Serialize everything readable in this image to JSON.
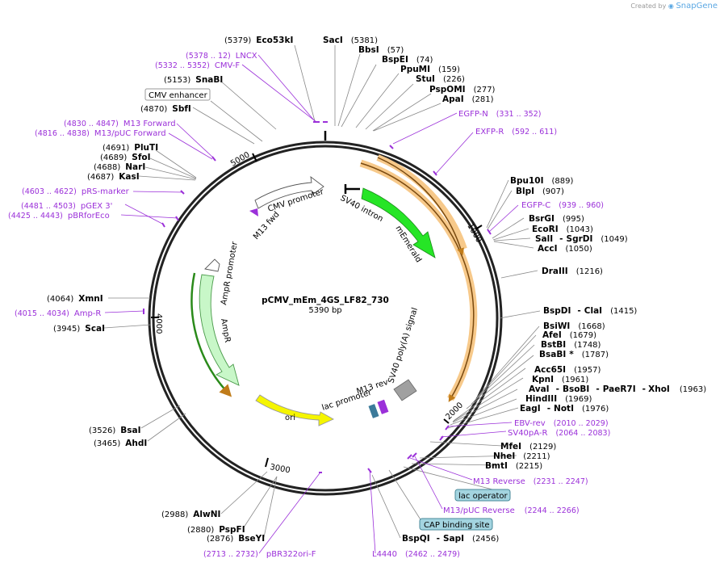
{
  "brand": {
    "created_by": "Created by",
    "name": "SnapGene"
  },
  "plasmid": {
    "name": "pCMV_mEm_4GS_LF82_730",
    "size": "5390 bp"
  },
  "ticks": [
    "1000",
    "2000",
    "3000",
    "4000",
    "5000"
  ],
  "features_inner": {
    "cmv_promoter": "CMV promoter",
    "m13_fwd": "M13 fwd",
    "sv40_intron": "SV40 intron",
    "memerald": "mEmerald",
    "ampr_promoter": "AmpR promoter",
    "ampr": "AmpR",
    "ori": "ori",
    "lac_promoter": "lac promoter",
    "m13_rev": "M13 rev",
    "sv40_polya": "SV40 poly(A) signal"
  },
  "labels": {
    "eco53ki": {
      "name": "Eco53kI",
      "pos": "(5379)"
    },
    "saci": {
      "name": "SacI",
      "pos": "(5381)"
    },
    "bbsi": {
      "name": "BbsI",
      "pos": "(57)"
    },
    "bspei": {
      "name": "BspEI",
      "pos": "(74)"
    },
    "ppumi": {
      "name": "PpuMI",
      "pos": "(159)"
    },
    "stui": {
      "name": "StuI",
      "pos": "(226)"
    },
    "pspomi": {
      "name": "PspOMI",
      "pos": "(277)"
    },
    "apai": {
      "name": "ApaI",
      "pos": "(281)"
    },
    "lncx": {
      "name": "LNCX",
      "pos": "(5378 .. 12)"
    },
    "cmvf": {
      "name": "CMV-F",
      "pos": "(5332 .. 5352)"
    },
    "snabi": {
      "name": "SnaBI",
      "pos": "(5153)"
    },
    "cmv_enhancer": {
      "name": "CMV enhancer"
    },
    "sbfi": {
      "name": "SbfI",
      "pos": "(4870)"
    },
    "m13fwd": {
      "name": "M13 Forward",
      "pos": "(4830 .. 4847)"
    },
    "m13puc_fwd": {
      "name": "M13/pUC Forward",
      "pos": "(4816 .. 4838)"
    },
    "pluti": {
      "name": "PluTI",
      "pos": "(4691)"
    },
    "sfoi": {
      "name": "SfoI",
      "pos": "(4689)"
    },
    "nari": {
      "name": "NarI",
      "pos": "(4688)"
    },
    "kasi": {
      "name": "KasI",
      "pos": "(4687)"
    },
    "prs": {
      "name": "pRS-marker",
      "pos": "(4603 .. 4622)"
    },
    "pgex3": {
      "name": "pGEX 3'",
      "pos": "(4481 .. 4503)"
    },
    "pbrforeco": {
      "name": "pBRforEco",
      "pos": "(4425 .. 4443)"
    },
    "xmni": {
      "name": "XmnI",
      "pos": "(4064)"
    },
    "ampr_p": {
      "name": "Amp-R",
      "pos": "(4015 .. 4034)"
    },
    "scai": {
      "name": "ScaI",
      "pos": "(3945)"
    },
    "bsai": {
      "name": "BsaI",
      "pos": "(3526)"
    },
    "ahdi": {
      "name": "AhdI",
      "pos": "(3465)"
    },
    "alwni": {
      "name": "AlwNI",
      "pos": "(2988)"
    },
    "pspfi": {
      "name": "PspFI",
      "pos": "(2880)"
    },
    "bseyi": {
      "name": "BseYI",
      "pos": "(2876)"
    },
    "pbr322": {
      "name": "pBR322ori-F",
      "pos": "(2713 .. 2732)"
    },
    "l4440": {
      "name": "L4440",
      "pos": "(2462 .. 2479)"
    },
    "bspqi": {
      "name": "BspQI",
      "pos": "(2456)"
    },
    "sapi": {
      "name": "SapI"
    },
    "cap": {
      "name": "CAP binding site"
    },
    "m13puc_rev": {
      "name": "M13/pUC Reverse",
      "pos": "(2244 .. 2266)"
    },
    "lacop": {
      "name": "lac operator"
    },
    "m13rev": {
      "name": "M13 Reverse",
      "pos": "(2231 .. 2247)"
    },
    "bmti": {
      "name": "BmtI",
      "pos": "(2215)"
    },
    "nhei": {
      "name": "NheI",
      "pos": "(2211)"
    },
    "mfei": {
      "name": "MfeI",
      "pos": "(2129)"
    },
    "sv40pa_r": {
      "name": "SV40pA-R",
      "pos": "(2064 .. 2083)"
    },
    "ebv_rev": {
      "name": "EBV-rev",
      "pos": "(2010 .. 2029)"
    },
    "eagi": {
      "name": "EagI",
      "pos": ""
    },
    "noti": {
      "name": "NotI",
      "pos": "(1976)"
    },
    "hindiii": {
      "name": "HindIII",
      "pos": "(1969)"
    },
    "avai": {
      "name": "AvaI"
    },
    "bsobi": {
      "name": "BsoBI"
    },
    "paer7i": {
      "name": "PaeR7I"
    },
    "xhoi": {
      "name": "XhoI",
      "pos": "(1963)"
    },
    "kpni": {
      "name": "KpnI",
      "pos": "(1961)"
    },
    "acc65i": {
      "name": "Acc65I",
      "pos": "(1957)"
    },
    "bsabi": {
      "name": "BsaBI",
      "star": "*",
      "pos": "(1787)"
    },
    "bstbi": {
      "name": "BstBI",
      "pos": "(1748)"
    },
    "afei": {
      "name": "AfeI",
      "pos": "(1679)"
    },
    "bsiwi": {
      "name": "BsiWI",
      "pos": "(1668)"
    },
    "bspdi": {
      "name": "BspDI"
    },
    "clai": {
      "name": "ClaI",
      "pos": "(1415)"
    },
    "draiii": {
      "name": "DraIII",
      "pos": "(1216)"
    },
    "acci": {
      "name": "AccI",
      "pos": "(1050)"
    },
    "sali": {
      "name": "SalI"
    },
    "sgrdi": {
      "name": "SgrDI",
      "pos": "(1049)"
    },
    "ecori": {
      "name": "EcoRI",
      "pos": "(1043)"
    },
    "bsrgi": {
      "name": "BsrGI",
      "pos": "(995)"
    },
    "egfpc": {
      "name": "EGFP-C",
      "pos": "(939 .. 960)"
    },
    "blpi": {
      "name": "BlpI",
      "pos": "(907)"
    },
    "bpu10i": {
      "name": "Bpu10I",
      "pos": "(889)"
    },
    "exfpr": {
      "name": "EXFP-R",
      "pos": "(592 .. 611)"
    },
    "egfpn": {
      "name": "EGFP-N",
      "pos": "(331 .. 352)"
    }
  },
  "sep": "-"
}
